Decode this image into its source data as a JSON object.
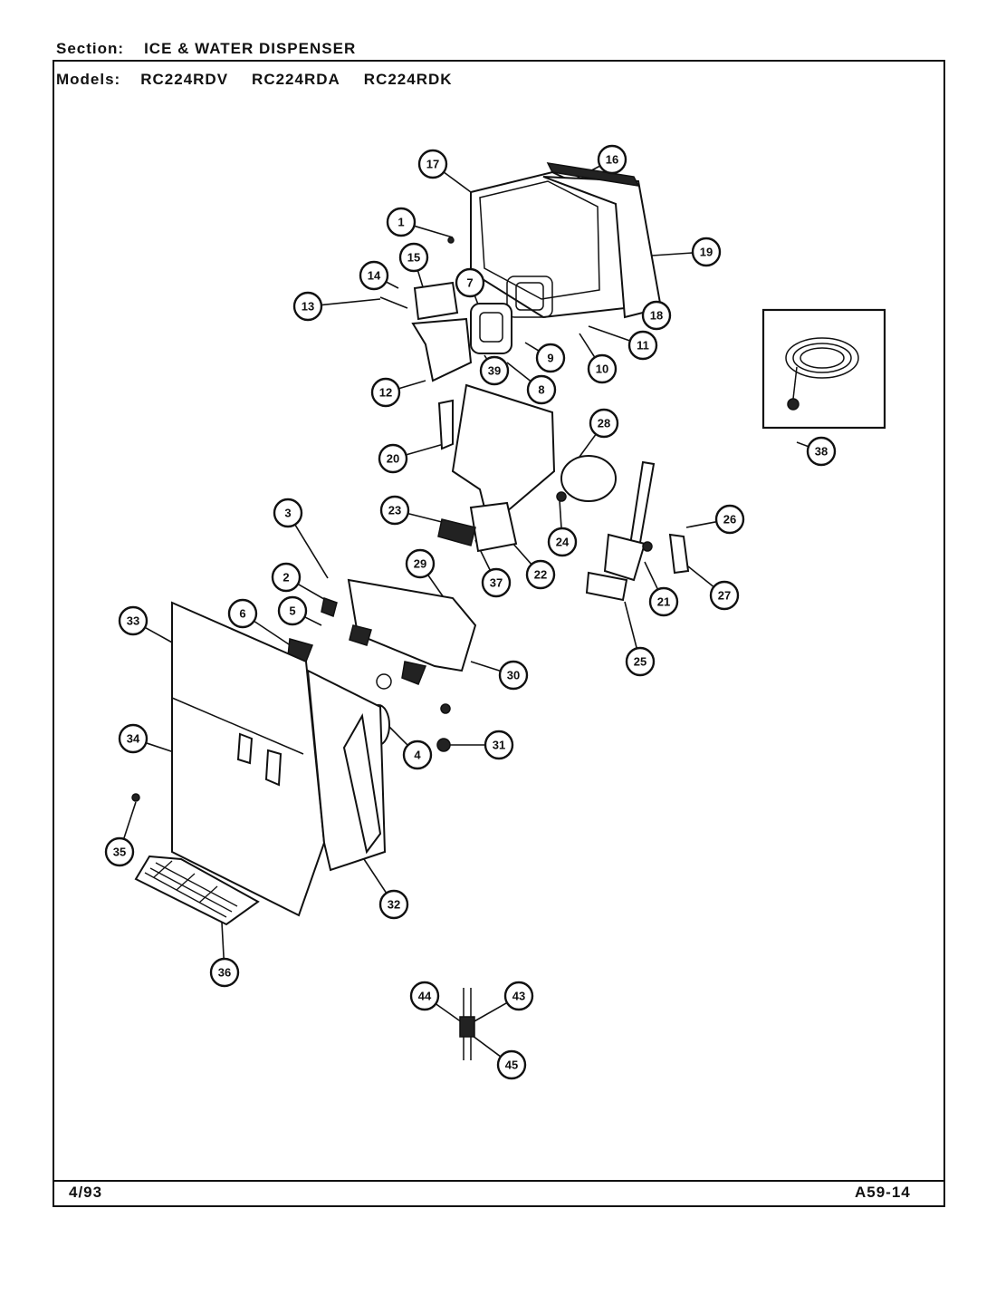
{
  "header": {
    "section_label": "Section:",
    "section_value": "ICE & WATER DISPENSER",
    "models_label": "Models:",
    "models": [
      "RC224RDV",
      "RC224RDA",
      "RC224RDK"
    ]
  },
  "footer": {
    "date": "4/93",
    "page": "A59-14"
  },
  "callouts": [
    "17",
    "16",
    "19",
    "1",
    "15",
    "14",
    "7",
    "13",
    "18",
    "11",
    "9",
    "10",
    "39",
    "8",
    "12",
    "20",
    "28",
    "23",
    "24",
    "26",
    "3",
    "29",
    "37",
    "22",
    "2",
    "5",
    "6",
    "21",
    "27",
    "33",
    "30",
    "25",
    "34",
    "4",
    "31",
    "35",
    "32",
    "36",
    "44",
    "43",
    "45",
    "38"
  ]
}
